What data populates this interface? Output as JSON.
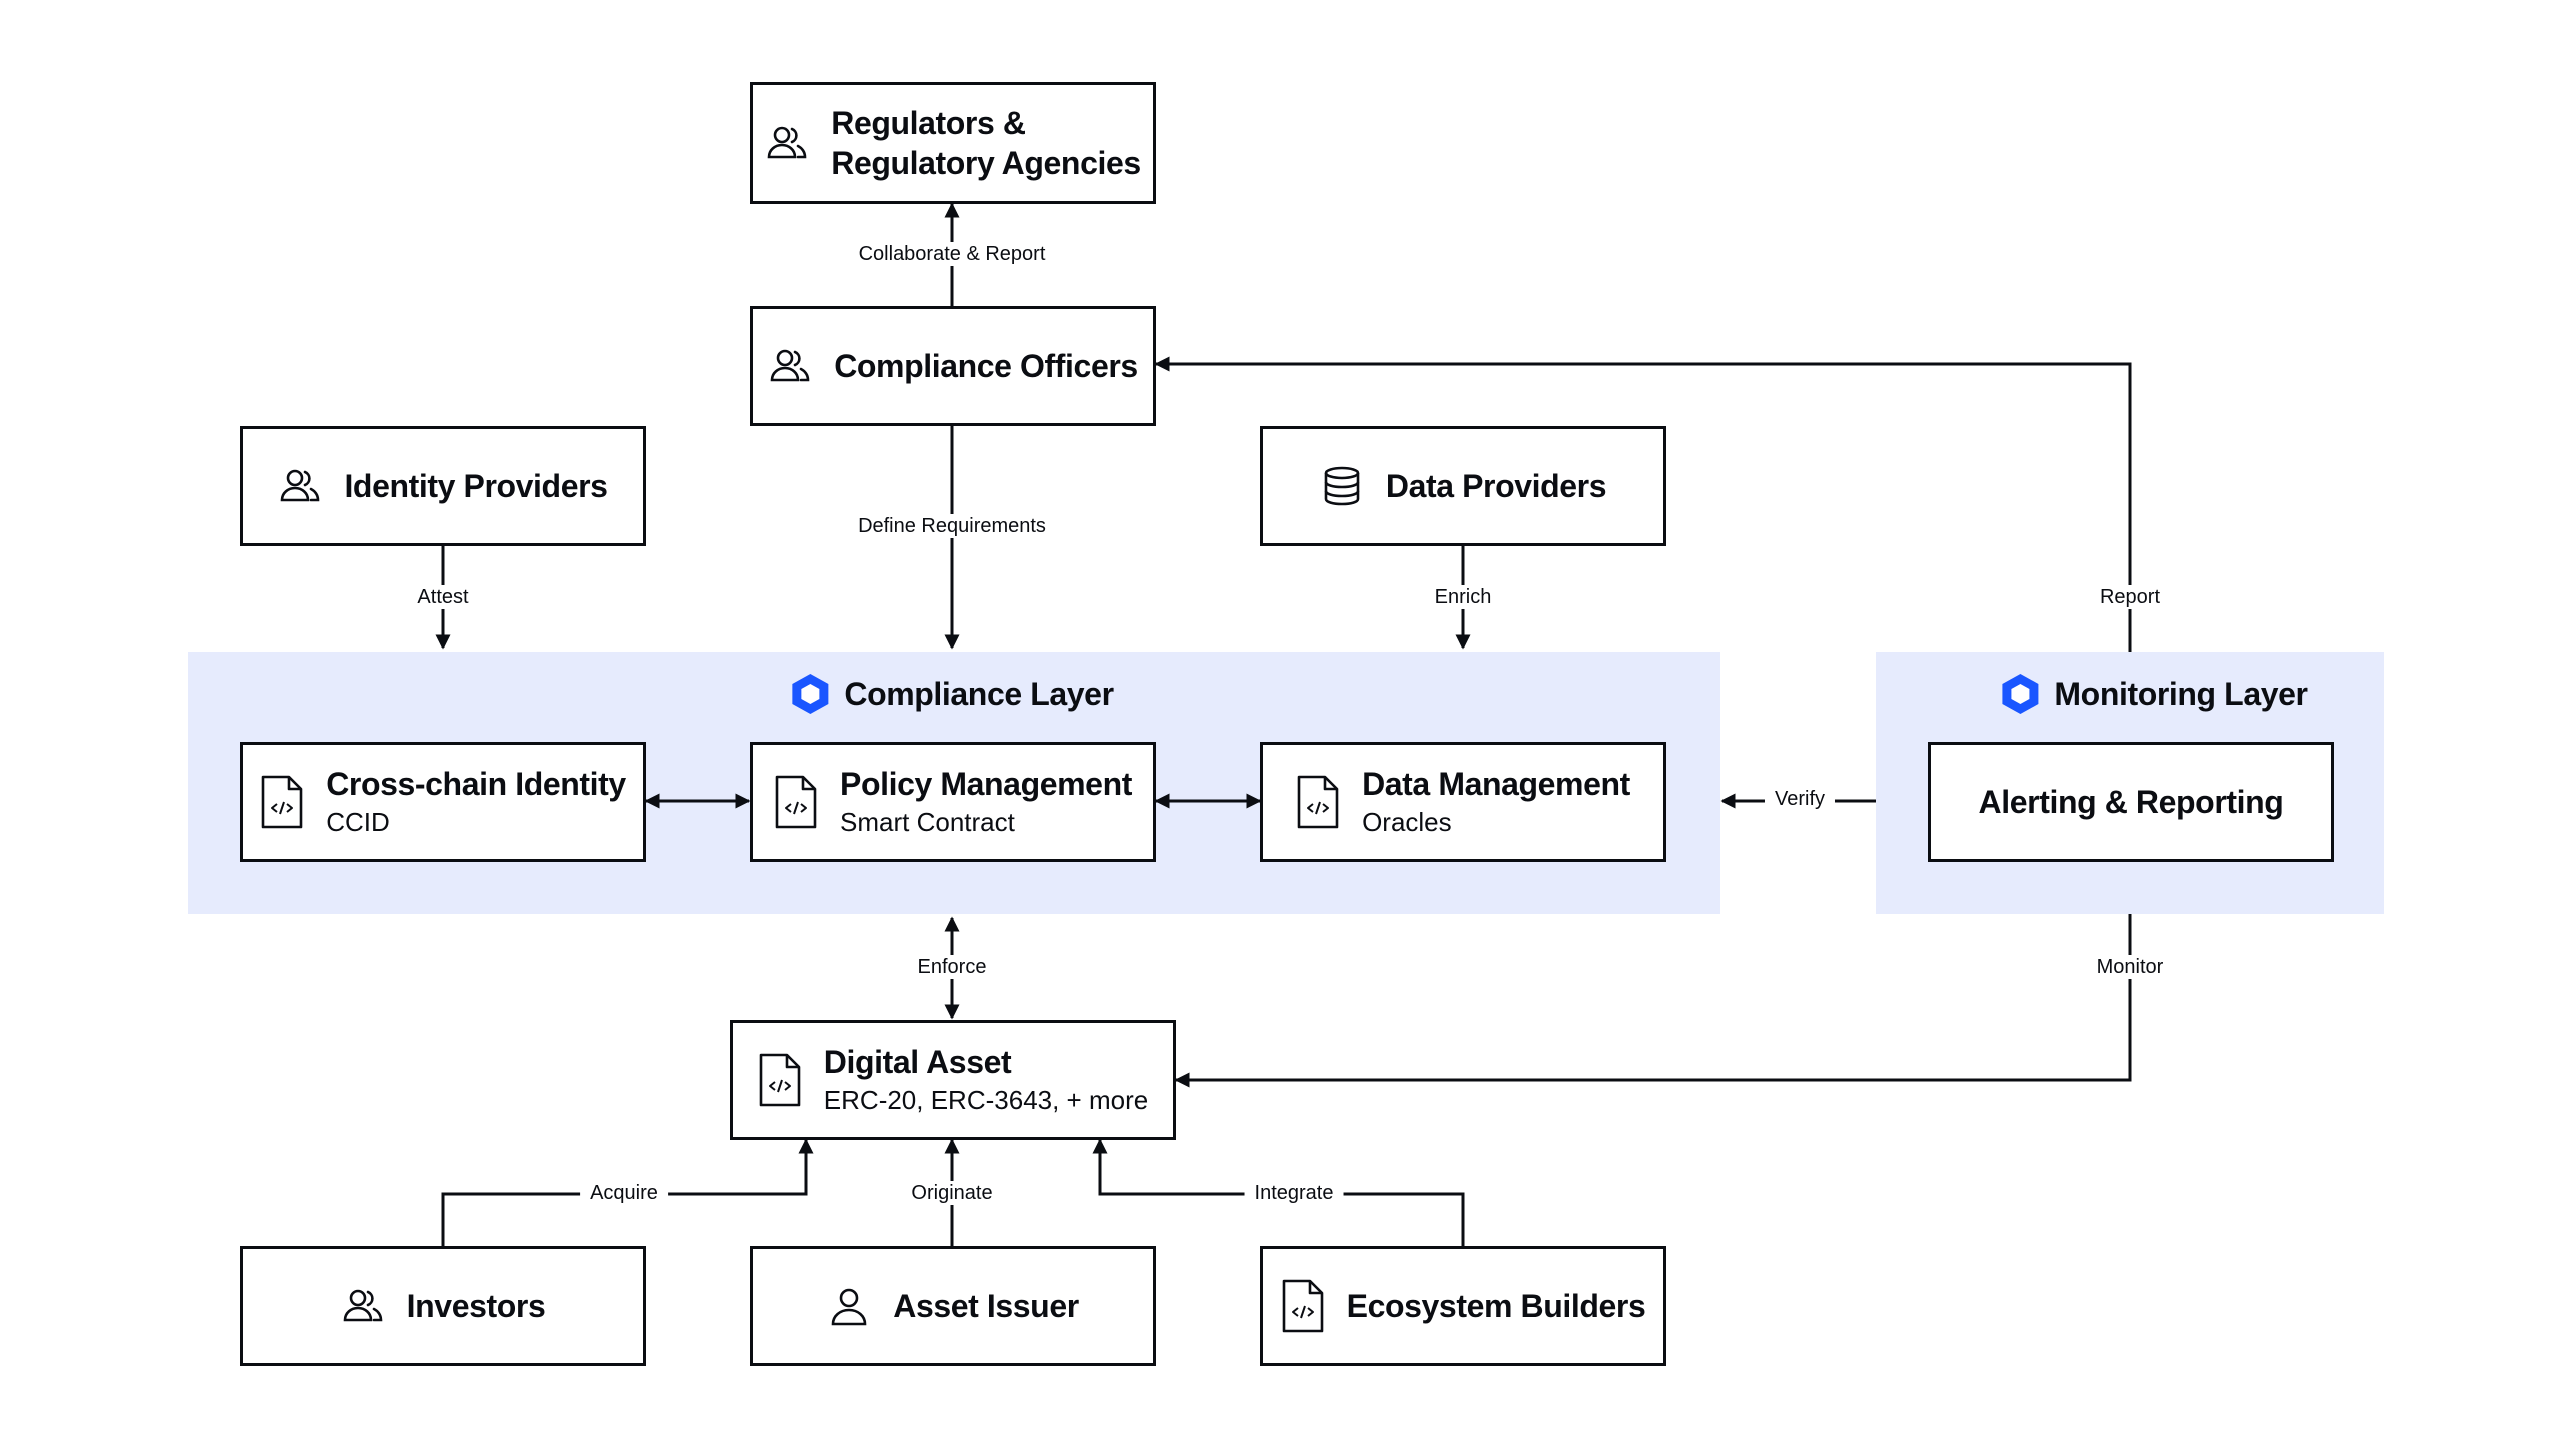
{
  "layers": {
    "compliance": {
      "title": "Compliance Layer",
      "icon": "hexagon-icon"
    },
    "monitoring": {
      "title": "Monitoring Layer",
      "icon": "hexagon-icon"
    }
  },
  "nodes": {
    "regulators": {
      "line1": "Regulators &",
      "line2": "Regulatory Agencies",
      "icon": "users-icon"
    },
    "compliance_officers": {
      "title": "Compliance Officers",
      "icon": "users-icon"
    },
    "identity_providers": {
      "title": "Identity Providers",
      "icon": "users-icon"
    },
    "data_providers": {
      "title": "Data Providers",
      "icon": "database-icon"
    },
    "cross_chain_identity": {
      "title": "Cross-chain Identity",
      "subtitle": "CCID",
      "icon": "code-file-icon"
    },
    "policy_management": {
      "title": "Policy Management",
      "subtitle": "Smart Contract",
      "icon": "code-file-icon"
    },
    "data_management": {
      "title": "Data Management",
      "subtitle": "Oracles",
      "icon": "code-file-icon"
    },
    "alerting_reporting": {
      "title": "Alerting & Reporting"
    },
    "digital_asset": {
      "title": "Digital Asset",
      "subtitle": "ERC-20, ERC-3643, + more",
      "icon": "code-file-icon"
    },
    "investors": {
      "title": "Investors",
      "icon": "users-icon"
    },
    "asset_issuer": {
      "title": "Asset Issuer",
      "icon": "user-icon"
    },
    "ecosystem_builders": {
      "title": "Ecosystem Builders",
      "icon": "code-file-icon"
    }
  },
  "edges": {
    "collaborate_report": "Collaborate & Report",
    "define_requirements": "Define Requirements",
    "attest": "Attest",
    "enrich": "Enrich",
    "report": "Report",
    "verify": "Verify",
    "enforce": "Enforce",
    "monitor": "Monitor",
    "acquire": "Acquire",
    "originate": "Originate",
    "integrate": "Integrate"
  },
  "colors": {
    "layer_bg": "#e6ebfd",
    "accent": "#1a56ff",
    "line": "#0b0d12"
  }
}
